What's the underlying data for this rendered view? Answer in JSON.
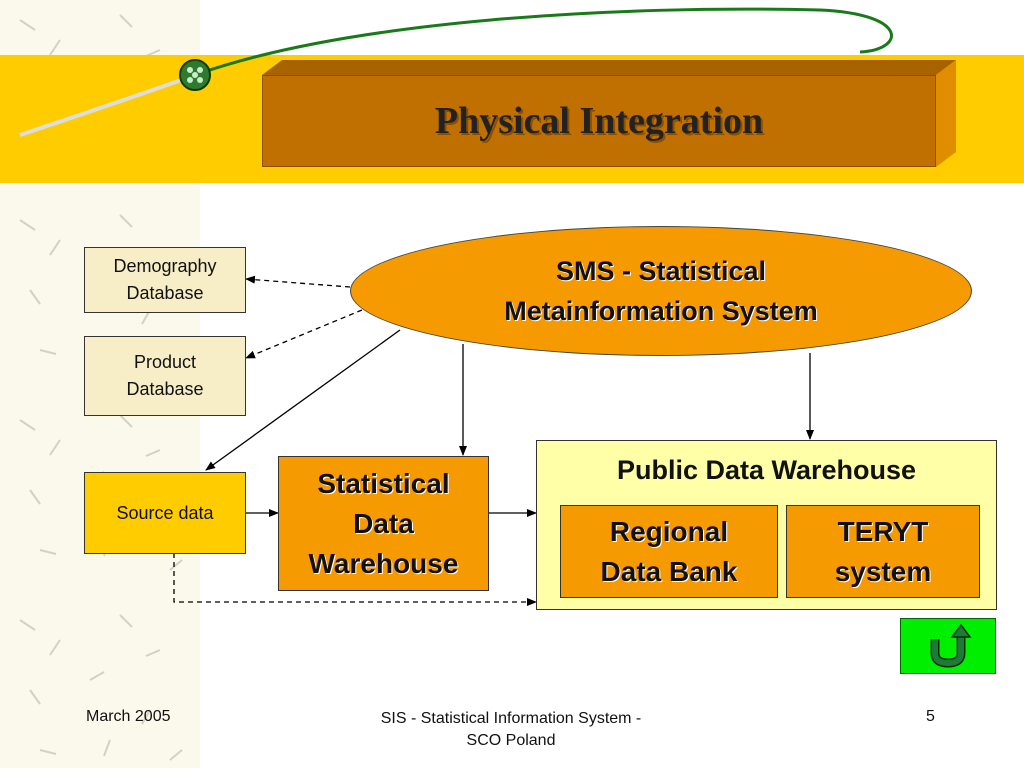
{
  "slide": {
    "title": "Physical Integration"
  },
  "diagram": {
    "sms": "SMS - Statistical Metainformation System",
    "demography_db": "Demography Database",
    "product_db": "Product Database",
    "source_data": "Source data",
    "sdw": "Statistical Data Warehouse",
    "pdw_title": "Public Data Warehouse",
    "regional": "Regional Data Bank",
    "teryt": "TERYT system"
  },
  "footer": {
    "date": "March 2005",
    "center": "SIS - Statistical Information System - SCO Poland",
    "page": "5"
  },
  "nav": {
    "return_icon": "u-turn-return-icon"
  },
  "colors": {
    "header_band": "#ffcc00",
    "title_box": "#c07000",
    "orange": "#f59a00",
    "cream_box": "#f7edc6",
    "pdw_fill": "#ffffa8",
    "nav_button": "#00ee00"
  }
}
